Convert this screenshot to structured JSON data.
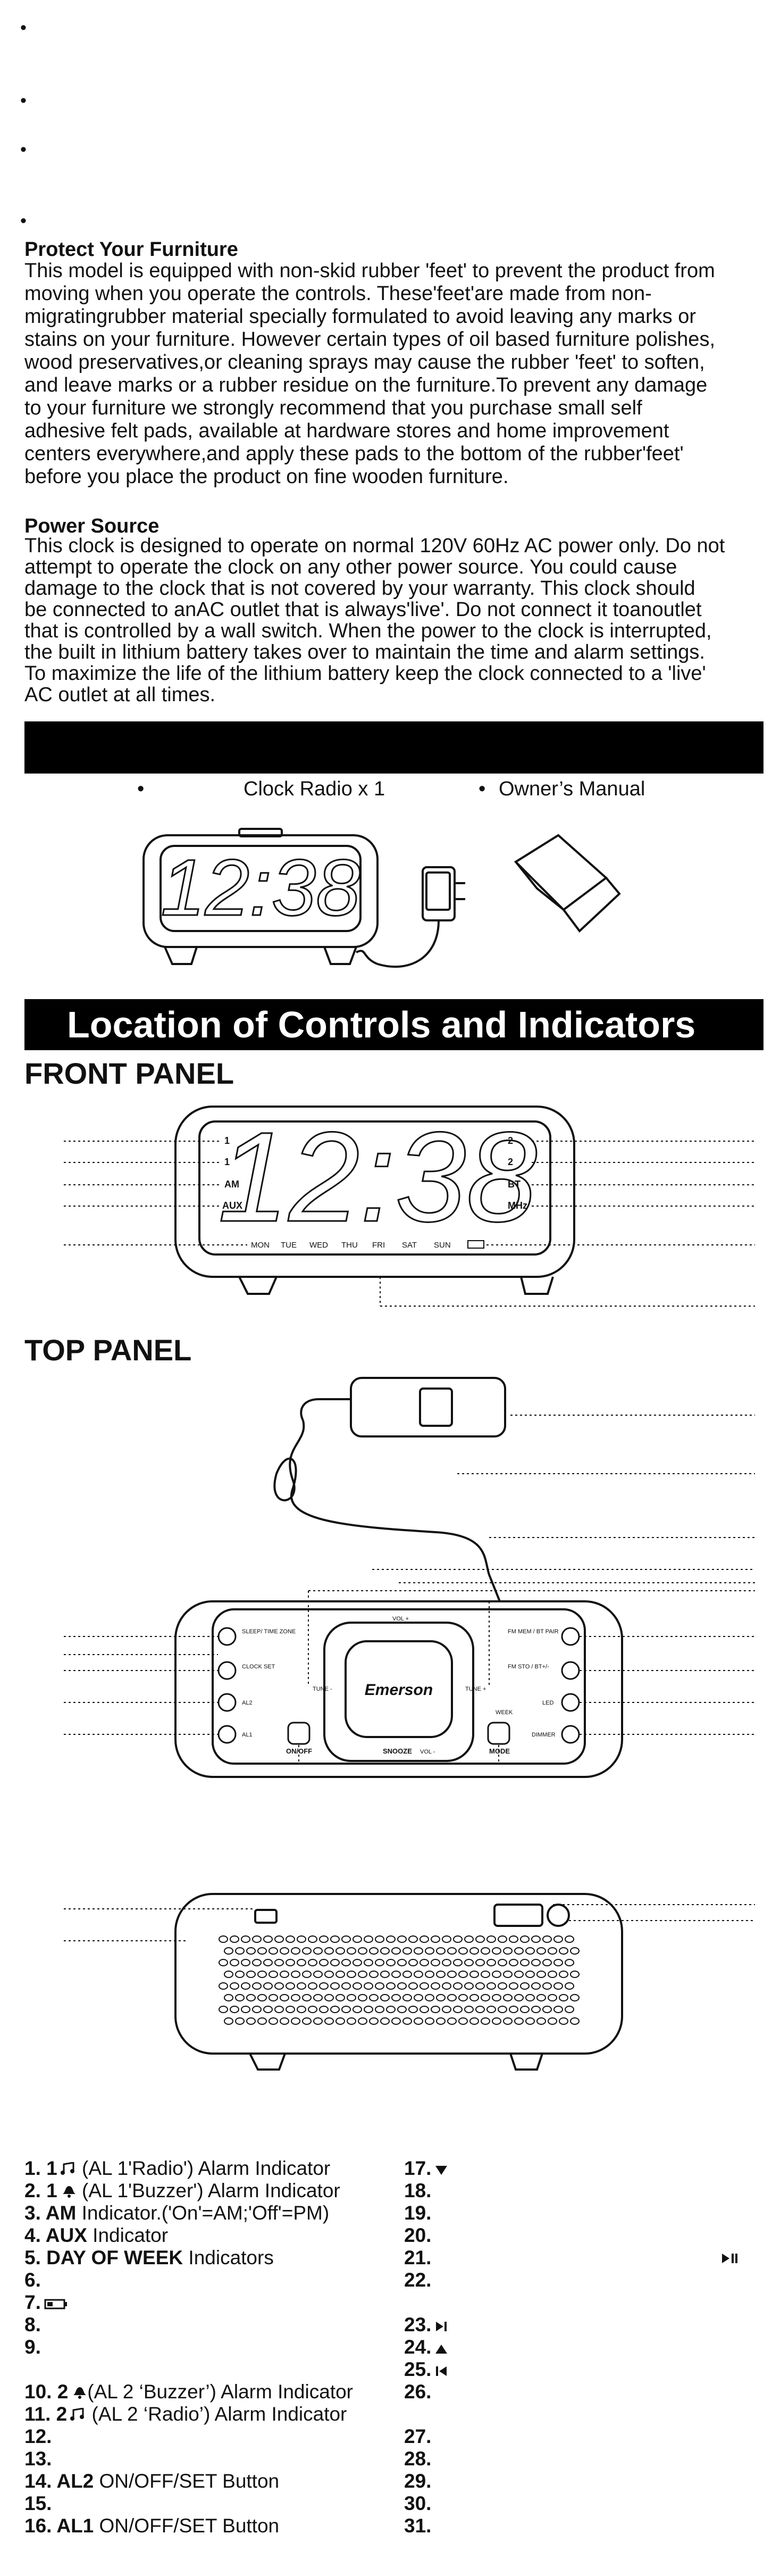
{
  "bullets_top": [
    "•",
    "•",
    "•",
    "•"
  ],
  "furniture": {
    "heading": "Protect Your Furniture",
    "lines": [
      "This model is equipped with non-skid rubber 'feet' to prevent the product from",
      "moving when you operate the controls. These'feet'are made from non-",
      "migratingrubber material specially formulated to avoid leaving any marks or",
      "stains on your furniture. However certain types of oil based furniture polishes,",
      "wood preservatives,or cleaning sprays may cause the rubber 'feet' to soften,",
      "and leave marks  or a rubber residue on the furniture.To prevent any damage",
      "to your furniture we strongly recommend that  you purchase small self",
      "adhesive felt pads, available at hardware stores and home improvement",
      "centers everywhere,and apply these pads to the bottom of the rubber'feet'",
      "before you place the product on fine wooden furniture."
    ]
  },
  "power": {
    "heading": "Power Source",
    "lines": [
      "This clock is designed to operate on normal 120V 60Hz AC power only. Do not",
      "attempt to operate the clock on any other power source. You could cause",
      "damage to the clock that is not covered by your warranty. This clock should",
      "be connected to anAC outlet that is always'live'.  Do not connect it toanoutlet",
      "that is controlled by a wall switch. When the power to the clock is interrupted,",
      "the built in lithium battery takes over to maintain the time and alarm settings.",
      "To maximize the life of the lithium battery keep the clock connected to a 'live'",
      "AC outlet at all times."
    ]
  },
  "package": {
    "bullet": "•",
    "item1": "Clock Radio x 1",
    "item2": "Owner’s Manual"
  },
  "display_time": "12:38",
  "section_title": "Location of Controls and Indicators",
  "front_panel": {
    "label": "FRONT PANEL",
    "left_indicators": [
      "1",
      "1",
      "AM",
      "AUX"
    ],
    "right_indicators": [
      "2",
      "2",
      "BT",
      "MHz"
    ],
    "days": [
      "MON",
      "TUE",
      "WED",
      "THU",
      "FRI",
      "SAT",
      "SUN"
    ]
  },
  "top_panel": {
    "label": "TOP PANEL",
    "buttons_left": [
      "SLEEP/ TIME ZONE",
      "CLOCK SET",
      "AL2",
      "AL1"
    ],
    "buttons_right": [
      "FM MEM / BT PAIR",
      "FM STO / BT+/-",
      "LED",
      "DIMMER"
    ],
    "center_labels": {
      "vol_up": "VOL +",
      "vol_down": "VOL -",
      "tune_down": "TUNE -",
      "tune_up": "TUNE +",
      "onoff": "ON/OFF",
      "snooze": "SNOOZE",
      "mode": "MODE",
      "week": "WEEK",
      "brand": "Emerson"
    }
  },
  "legend_left": [
    {
      "num": "1.",
      "bold": "1",
      "icon": "radio-note-icon",
      "text": " (AL 1'Radio') Alarm Indicator"
    },
    {
      "num": "2.",
      "bold": "1",
      "icon": "bell-icon",
      "text": " (AL 1'Buzzer') Alarm Indicator"
    },
    {
      "num": "3.",
      "bold": "AM",
      "icon": "",
      "text": " Indicator.('On'=AM;'Off'=PM)"
    },
    {
      "num": "4.",
      "bold": "AUX",
      "icon": "",
      "text": " Indicator"
    },
    {
      "num": "5.",
      "bold": "DAY OF WEEK",
      "icon": "",
      "text": " Indicators"
    },
    {
      "num": "6.",
      "bold": "",
      "icon": "",
      "text": ""
    },
    {
      "num": "7.",
      "bold": "",
      "icon": "battery-icon",
      "text": ""
    },
    {
      "num": "8.",
      "bold": "",
      "icon": "",
      "text": ""
    },
    {
      "num": "9.",
      "bold": "",
      "icon": "",
      "text": ""
    },
    {
      "num": "",
      "bold": "",
      "icon": "",
      "text": ""
    },
    {
      "num": "10.",
      "bold": "2",
      "icon": "bell-icon",
      "text": "(AL 2 ‘Buzzer’) Alarm Indicator"
    },
    {
      "num": "11.",
      "bold": "2",
      "icon": "radio-note-icon",
      "text": " (AL 2 ‘Radio’) Alarm Indicator"
    },
    {
      "num": "12.",
      "bold": "",
      "icon": "",
      "text": ""
    },
    {
      "num": "13.",
      "bold": "",
      "icon": "",
      "text": ""
    },
    {
      "num": "14.",
      "bold": "AL2",
      "icon": "",
      "text": " ON/OFF/SET Button"
    },
    {
      "num": "15.",
      "bold": "",
      "icon": "",
      "text": ""
    },
    {
      "num": "16.",
      "bold": "AL1",
      "icon": "",
      "text": " ON/OFF/SET Button"
    }
  ],
  "legend_right": [
    {
      "num": "17.",
      "icon": "triangle-down-icon"
    },
    {
      "num": "18.",
      "icon": ""
    },
    {
      "num": "19.",
      "icon": ""
    },
    {
      "num": "20.",
      "icon": ""
    },
    {
      "num": "21.",
      "icon": "",
      "far_icon": "play-pause-icon"
    },
    {
      "num": "22.",
      "icon": ""
    },
    {
      "num": "",
      "icon": ""
    },
    {
      "num": "23.",
      "icon": "next-track-icon"
    },
    {
      "num": "24.",
      "icon": "triangle-up-icon"
    },
    {
      "num": "25.",
      "icon": "prev-track-icon"
    },
    {
      "num": "26.",
      "icon": ""
    },
    {
      "num": "",
      "icon": ""
    },
    {
      "num": "27.",
      "icon": ""
    },
    {
      "num": "28.",
      "icon": ""
    },
    {
      "num": "29.",
      "icon": ""
    },
    {
      "num": "30.",
      "icon": ""
    },
    {
      "num": "31.",
      "icon": ""
    }
  ]
}
